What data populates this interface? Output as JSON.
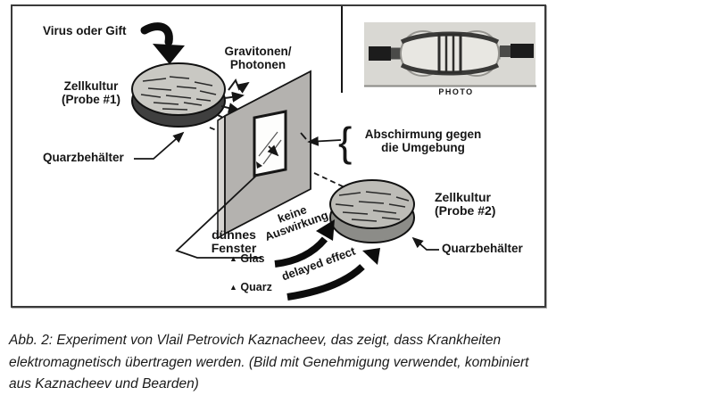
{
  "diagram": {
    "virus_label": "Virus oder Gift",
    "culture1_name": "Zellkultur",
    "culture1_probe": "(Probe #1)",
    "quartz_container_left": "Quarzbehälter",
    "gravitons": "Gravitonen/",
    "photons": "Photonen",
    "brace": "{",
    "shielding_line1": "Abschirmung gegen",
    "shielding_line2": "die Umgebung",
    "thin_window_line1": "dünnes",
    "thin_window_line2": "Fenster",
    "marker_triangle": "▲",
    "glass_label": "Glas",
    "quartz_label": "Quarz",
    "no_effect_line1": "keine",
    "no_effect_line2": "Auswirkung",
    "delayed_effect": "delayed effect",
    "culture2_name": "Zellkultur",
    "culture2_probe": "(Probe #2)",
    "quartz_container_right": "Quarzbehälter",
    "photo_caption": "PHOTO"
  },
  "caption": {
    "line1": "Abb. 2: Experiment von Vlail Petrovich Kaznacheev, das zeigt, dass Krankheiten",
    "line2": "elektromagnetisch übertragen werden. (Bild mit Genehmigung verwendet, kombiniert",
    "line3": "aus Kaznacheev und Bearden)"
  },
  "colors": {
    "ink": "#161616",
    "screen_gray": "#b4b2af",
    "screen_edge_light": "#d7d5d2",
    "dish_surface": "#c9c8c3",
    "dish_rim_dark": "#3f3f3f",
    "dish_rim_light": "#8c8c88",
    "photo_background": "#d9d8d3"
  }
}
